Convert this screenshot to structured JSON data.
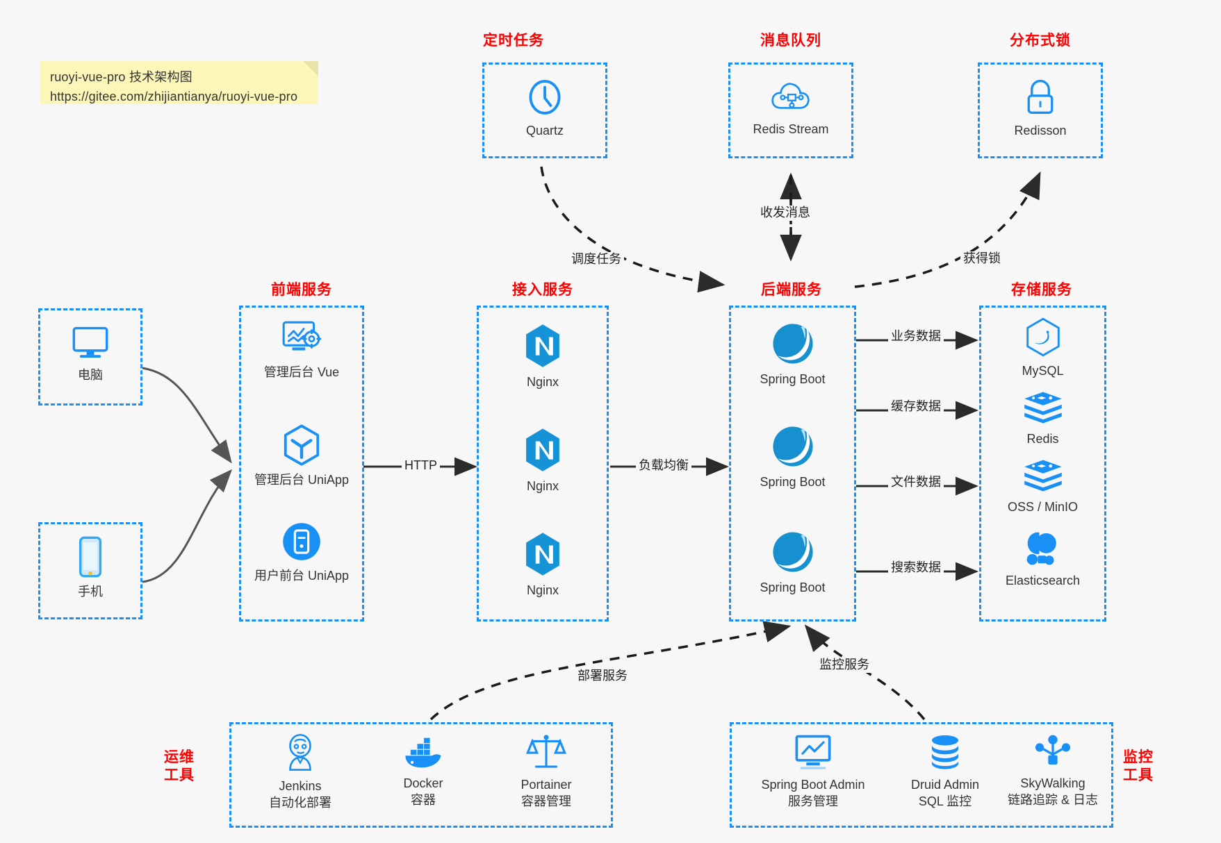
{
  "note": {
    "line1": "ruoyi-vue-pro 技术架构图",
    "line2": "https://gitee.com/zhijiantianya/ruoyi-vue-pro"
  },
  "groups": {
    "scheduler": {
      "title": "定时任务",
      "items": [
        {
          "label": "Quartz",
          "icon": "clock-icon"
        }
      ]
    },
    "message_queue": {
      "title": "消息队列",
      "items": [
        {
          "label": "Redis Stream",
          "icon": "cloud-network-icon"
        }
      ]
    },
    "distributed_lock": {
      "title": "分布式锁",
      "items": [
        {
          "label": "Redisson",
          "icon": "lock-icon"
        }
      ]
    },
    "clients": {
      "computer": {
        "label": "电脑",
        "icon": "desktop-icon"
      },
      "phone": {
        "label": "手机",
        "icon": "mobile-icon"
      }
    },
    "frontend": {
      "title": "前端服务",
      "items": [
        {
          "label": "管理后台 Vue",
          "icon": "dashboard-gear-icon"
        },
        {
          "label": "管理后台 UniApp",
          "icon": "cube-icon"
        },
        {
          "label": "用户前台 UniApp",
          "icon": "app-circle-icon"
        }
      ]
    },
    "gateway": {
      "title": "接入服务",
      "items": [
        {
          "label": "Nginx",
          "icon": "nginx-icon"
        },
        {
          "label": "Nginx",
          "icon": "nginx-icon"
        },
        {
          "label": "Nginx",
          "icon": "nginx-icon"
        }
      ]
    },
    "backend": {
      "title": "后端服务",
      "items": [
        {
          "label": "Spring Boot",
          "icon": "spring-boot-icon"
        },
        {
          "label": "Spring Boot",
          "icon": "spring-boot-icon"
        },
        {
          "label": "Spring Boot",
          "icon": "spring-boot-icon"
        }
      ]
    },
    "storage": {
      "title": "存储服务",
      "items": [
        {
          "label": "MySQL",
          "icon": "mysql-icon"
        },
        {
          "label": "Redis",
          "icon": "redis-icon"
        },
        {
          "label": "OSS / MinIO",
          "icon": "oss-icon"
        },
        {
          "label": "Elasticsearch",
          "icon": "elasticsearch-icon"
        }
      ]
    },
    "ops": {
      "title": "运维\n工具",
      "title_line1": "运维",
      "title_line2": "工具",
      "items": [
        {
          "label": "Jenkins",
          "sub": "自动化部署",
          "icon": "jenkins-icon"
        },
        {
          "label": "Docker",
          "sub": "容器",
          "icon": "docker-icon"
        },
        {
          "label": "Portainer",
          "sub": "容器管理",
          "icon": "portainer-icon"
        }
      ]
    },
    "monitor": {
      "title_line1": "监控",
      "title_line2": "工具",
      "items": [
        {
          "label": "Spring Boot Admin",
          "sub": "服务管理",
          "icon": "monitor-chart-icon"
        },
        {
          "label": "Druid Admin",
          "sub": "SQL 监控",
          "icon": "database-icon"
        },
        {
          "label": "SkyWalking",
          "sub": "链路追踪 & 日志",
          "icon": "skywalking-icon"
        }
      ]
    }
  },
  "edges": {
    "http": "HTTP",
    "load_balance": "负载均衡",
    "schedule_task": "调度任务",
    "send_receive_message": "收发消息",
    "acquire_lock": "获得锁",
    "business_data": "业务数据",
    "cache_data": "缓存数据",
    "file_data": "文件数据",
    "search_data": "搜索数据",
    "deploy_service": "部署服务",
    "monitor_service": "监控服务"
  },
  "colors": {
    "accent_blue": "#1890f5",
    "title_red": "#ff0000",
    "note_yellow": "#fcf7b9",
    "background": "#f7f7f7",
    "arrow_dark": "#2b2b2b"
  }
}
